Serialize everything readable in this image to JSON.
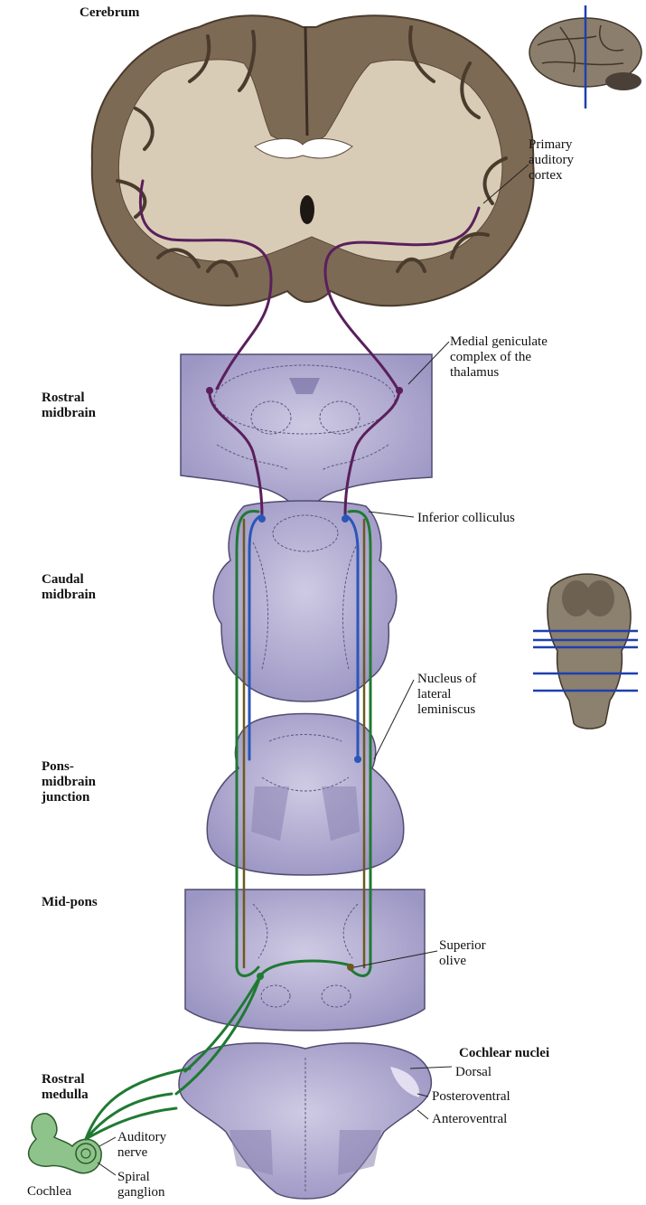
{
  "levels": {
    "cerebrum": "Cerebrum",
    "rostral_midbrain": "Rostral\nmidbrain",
    "caudal_midbrain": "Caudal\nmidbrain",
    "pons_midbrain": "Pons-\nmidbrain\njunction",
    "mid_pons": "Mid-pons",
    "rostral_medulla": "Rostral\nmedulla"
  },
  "structures": {
    "primary_auditory_cortex": "Primary\nauditory\ncortex",
    "medial_geniculate": "Medial geniculate\ncomplex of the\nthalamus",
    "inferior_colliculus": "Inferior colliculus",
    "nucleus_lateral_lemniscus": "Nucleus of\nlateral\nleminiscus",
    "superior_olive": "Superior\nolive",
    "cochlear_nuclei": "Cochlear nuclei",
    "dorsal": "Dorsal",
    "posteroventral": "Posteroventral",
    "anteroventral": "Anteroventral",
    "auditory_nerve": "Auditory\nnerve",
    "spiral_ganglion": "Spiral\nganglion",
    "cochlea": "Cochlea"
  },
  "colors": {
    "thalamocortical_pathway": "#5a1f5c",
    "midbrain_pathway": "#2a56b8",
    "brainstem_pathway": "#1f7a32",
    "olivary_pathway": "#6b5a1e",
    "brain_tissue": "#8a7a66",
    "white_matter": "#d8ccb9",
    "section_stain": "#b9b4d4",
    "locator_line": "#1f3fb0"
  }
}
